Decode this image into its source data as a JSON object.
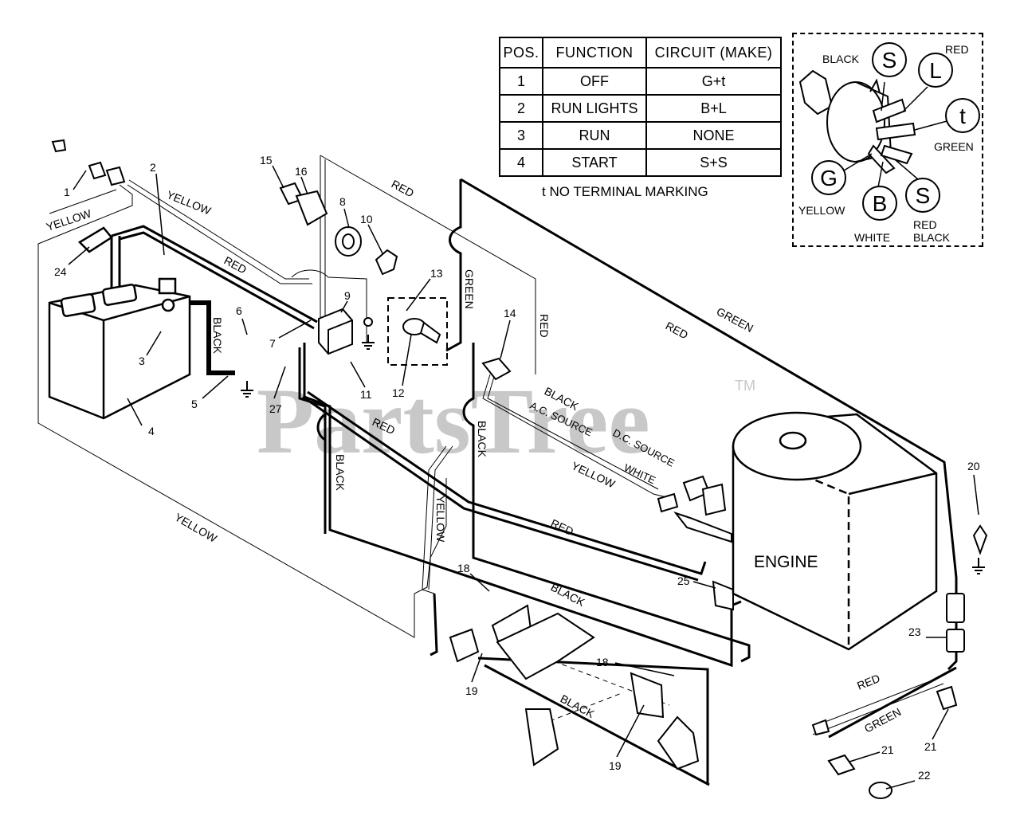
{
  "watermark": {
    "text": "PartsTree",
    "trademark": "TM"
  },
  "switch_table": {
    "headers": [
      "POS.",
      "FUNCTION",
      "CIRCUIT  (MAKE)"
    ],
    "rows": [
      {
        "pos": "1",
        "function": "OFF",
        "circuit": "G+t"
      },
      {
        "pos": "2",
        "function": "RUN LIGHTS",
        "circuit": "B+L"
      },
      {
        "pos": "3",
        "function": "RUN",
        "circuit": "NONE"
      },
      {
        "pos": "4",
        "function": "START",
        "circuit": "S+S"
      }
    ],
    "note": "t  NO TERMINAL MARKING"
  },
  "switch_inset": {
    "terminals": [
      "S",
      "L",
      "t",
      "G",
      "B",
      "S"
    ],
    "labels": {
      "black": "BLACK",
      "red": "RED",
      "green": "GREEN",
      "yellow": "YELLOW",
      "white": "WHITE",
      "red_black_1": "RED",
      "red_black_2": "BLACK"
    }
  },
  "engine_label": "ENGINE",
  "part_numbers": {
    "p1": "1",
    "p2": "2",
    "p3": "3",
    "p4": "4",
    "p5": "5",
    "p6": "6",
    "p7": "7",
    "p8": "8",
    "p9": "9",
    "p10": "10",
    "p11": "11",
    "p12": "12",
    "p13": "13",
    "p14": "14",
    "p15": "15",
    "p16": "16",
    "p18a": "18",
    "p18b": "18",
    "p19a": "19",
    "p19b": "19",
    "p20": "20",
    "p21a": "21",
    "p21b": "21",
    "p22": "22",
    "p23": "23",
    "p24": "24",
    "p25": "25",
    "p27": "27"
  },
  "wire_labels": {
    "yellow_top_left": "YELLOW",
    "yellow_top": "YELLOW",
    "red_battery": "RED",
    "black_battery": "BLACK",
    "red_top": "RED",
    "green_vertical": "GREEN",
    "red_vertical": "RED",
    "red_right": "RED",
    "green_right": "GREEN",
    "black_harness": "BLACK",
    "ac_source": "A.C. SOURCE",
    "dc_source": "D.C. SOURCE",
    "white_harness": "WHITE",
    "yellow_harness": "YELLOW",
    "red_middle": "RED",
    "black_vertical_1": "BLACK",
    "black_vertical_2": "BLACK",
    "yellow_vertical": "YELLOW",
    "red_lower": "RED",
    "yellow_bottom_left": "YELLOW",
    "black_lower": "BLACK",
    "black_bottom": "BLACK",
    "red_light": "RED",
    "green_light": "GREEN"
  }
}
